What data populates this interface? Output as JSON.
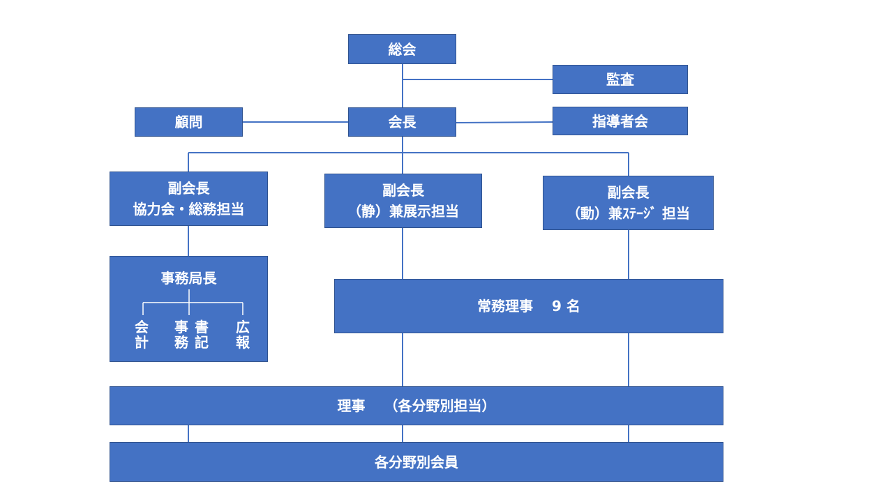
{
  "org": {
    "general_assembly": "総会",
    "auditor": "監査",
    "advisor": "顧問",
    "president": "会長",
    "leaders_council": "指導者会",
    "vp1": {
      "line1": "副会長",
      "line2": "協力会・総務担当"
    },
    "vp2": {
      "line1": "副会長",
      "line2": "（静）兼展示担当"
    },
    "vp3": {
      "line1": "副会長",
      "line2": "（動）兼ｽﾃｰｼﾞ 担当"
    },
    "secretariat": {
      "title": "事務局長",
      "units": [
        {
          "line1": "会",
          "line2": "計"
        },
        {
          "line1": "事",
          "line2": "務"
        },
        {
          "line1": "書",
          "line2": "記"
        },
        {
          "line1": "広",
          "line2": "報"
        }
      ]
    },
    "executive_directors": "常務理事　 9 名",
    "directors": "理事　 （各分野別担当）",
    "members": "各分野別会員"
  },
  "colors": {
    "box_fill": "#4472c4",
    "box_border": "#2f528f",
    "line": "#4472c4",
    "text": "#ffffff"
  }
}
